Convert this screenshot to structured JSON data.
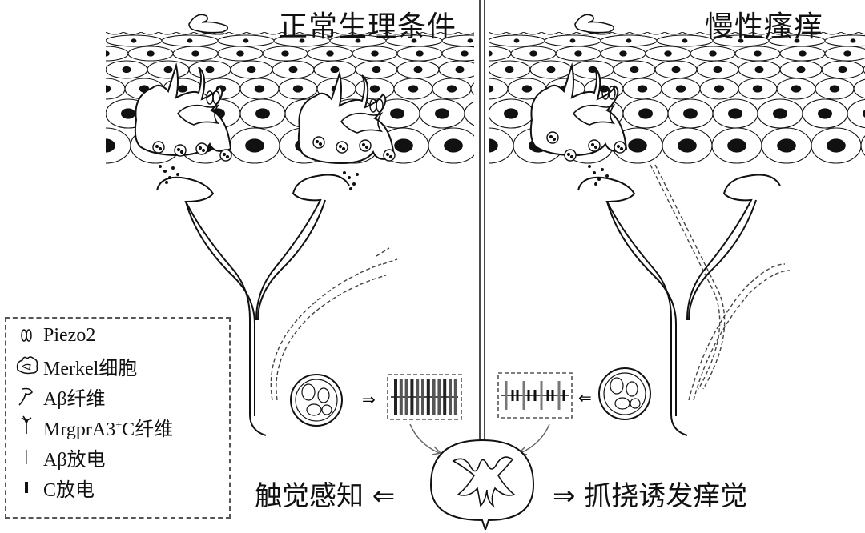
{
  "panels": {
    "left_title": "正常生理条件",
    "right_title": "慢性瘙痒"
  },
  "outcomes": {
    "left": "触觉感知 ⇐",
    "right": "⇒ 抓挠诱发痒觉"
  },
  "legend": {
    "items": [
      {
        "icon": "piezo2-icon",
        "label": "Piezo2"
      },
      {
        "icon": "merkel-cell-icon",
        "label": "Merkel细胞"
      },
      {
        "icon": "abeta-fiber-icon",
        "label": "Aβ纤维"
      },
      {
        "icon": "c-fiber-icon",
        "label": "MrgprA3",
        "sup": "+",
        "label_suffix": "C纤维"
      },
      {
        "icon": "abeta-discharge-icon",
        "label": "Aβ放电"
      },
      {
        "icon": "c-discharge-icon",
        "label": "C放电"
      }
    ]
  },
  "colors": {
    "line": "#111111",
    "dashed_box": "#555555",
    "membrane": "#333333"
  }
}
